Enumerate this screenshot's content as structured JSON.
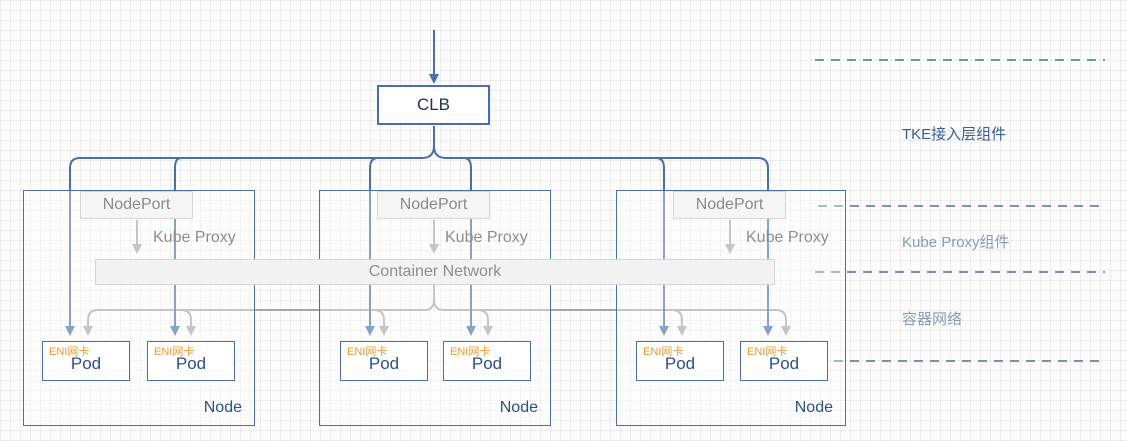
{
  "clb": {
    "label": "CLB"
  },
  "nodes": [
    {
      "label": "Node",
      "nodeport": "NodePort",
      "proxy": "Kube Proxy",
      "pods": [
        {
          "eni": "ENI网卡",
          "label": "Pod"
        },
        {
          "eni": "ENI网卡",
          "label": "Pod"
        }
      ]
    },
    {
      "label": "Node",
      "nodeport": "NodePort",
      "proxy": "Kube Proxy",
      "pods": [
        {
          "eni": "ENI网卡",
          "label": "Pod"
        },
        {
          "eni": "ENI网卡",
          "label": "Pod"
        }
      ]
    },
    {
      "label": "Node",
      "nodeport": "NodePort",
      "proxy": "Kube Proxy",
      "pods": [
        {
          "eni": "ENI网卡",
          "label": "Pod"
        },
        {
          "eni": "ENI网卡",
          "label": "Pod"
        }
      ]
    }
  ],
  "container_network": {
    "label": "Container Network"
  },
  "layers": {
    "tke": "TKE接入层组件",
    "kube_proxy": "Kube Proxy组件",
    "container_net": "容器网络"
  },
  "colors": {
    "blue_line": "#4a6fa8",
    "gray_line": "#a6a6a6",
    "eni_orange": "#f0962c",
    "layer_dark": "#3a5d95",
    "layer_light": "#8a9bb5"
  }
}
